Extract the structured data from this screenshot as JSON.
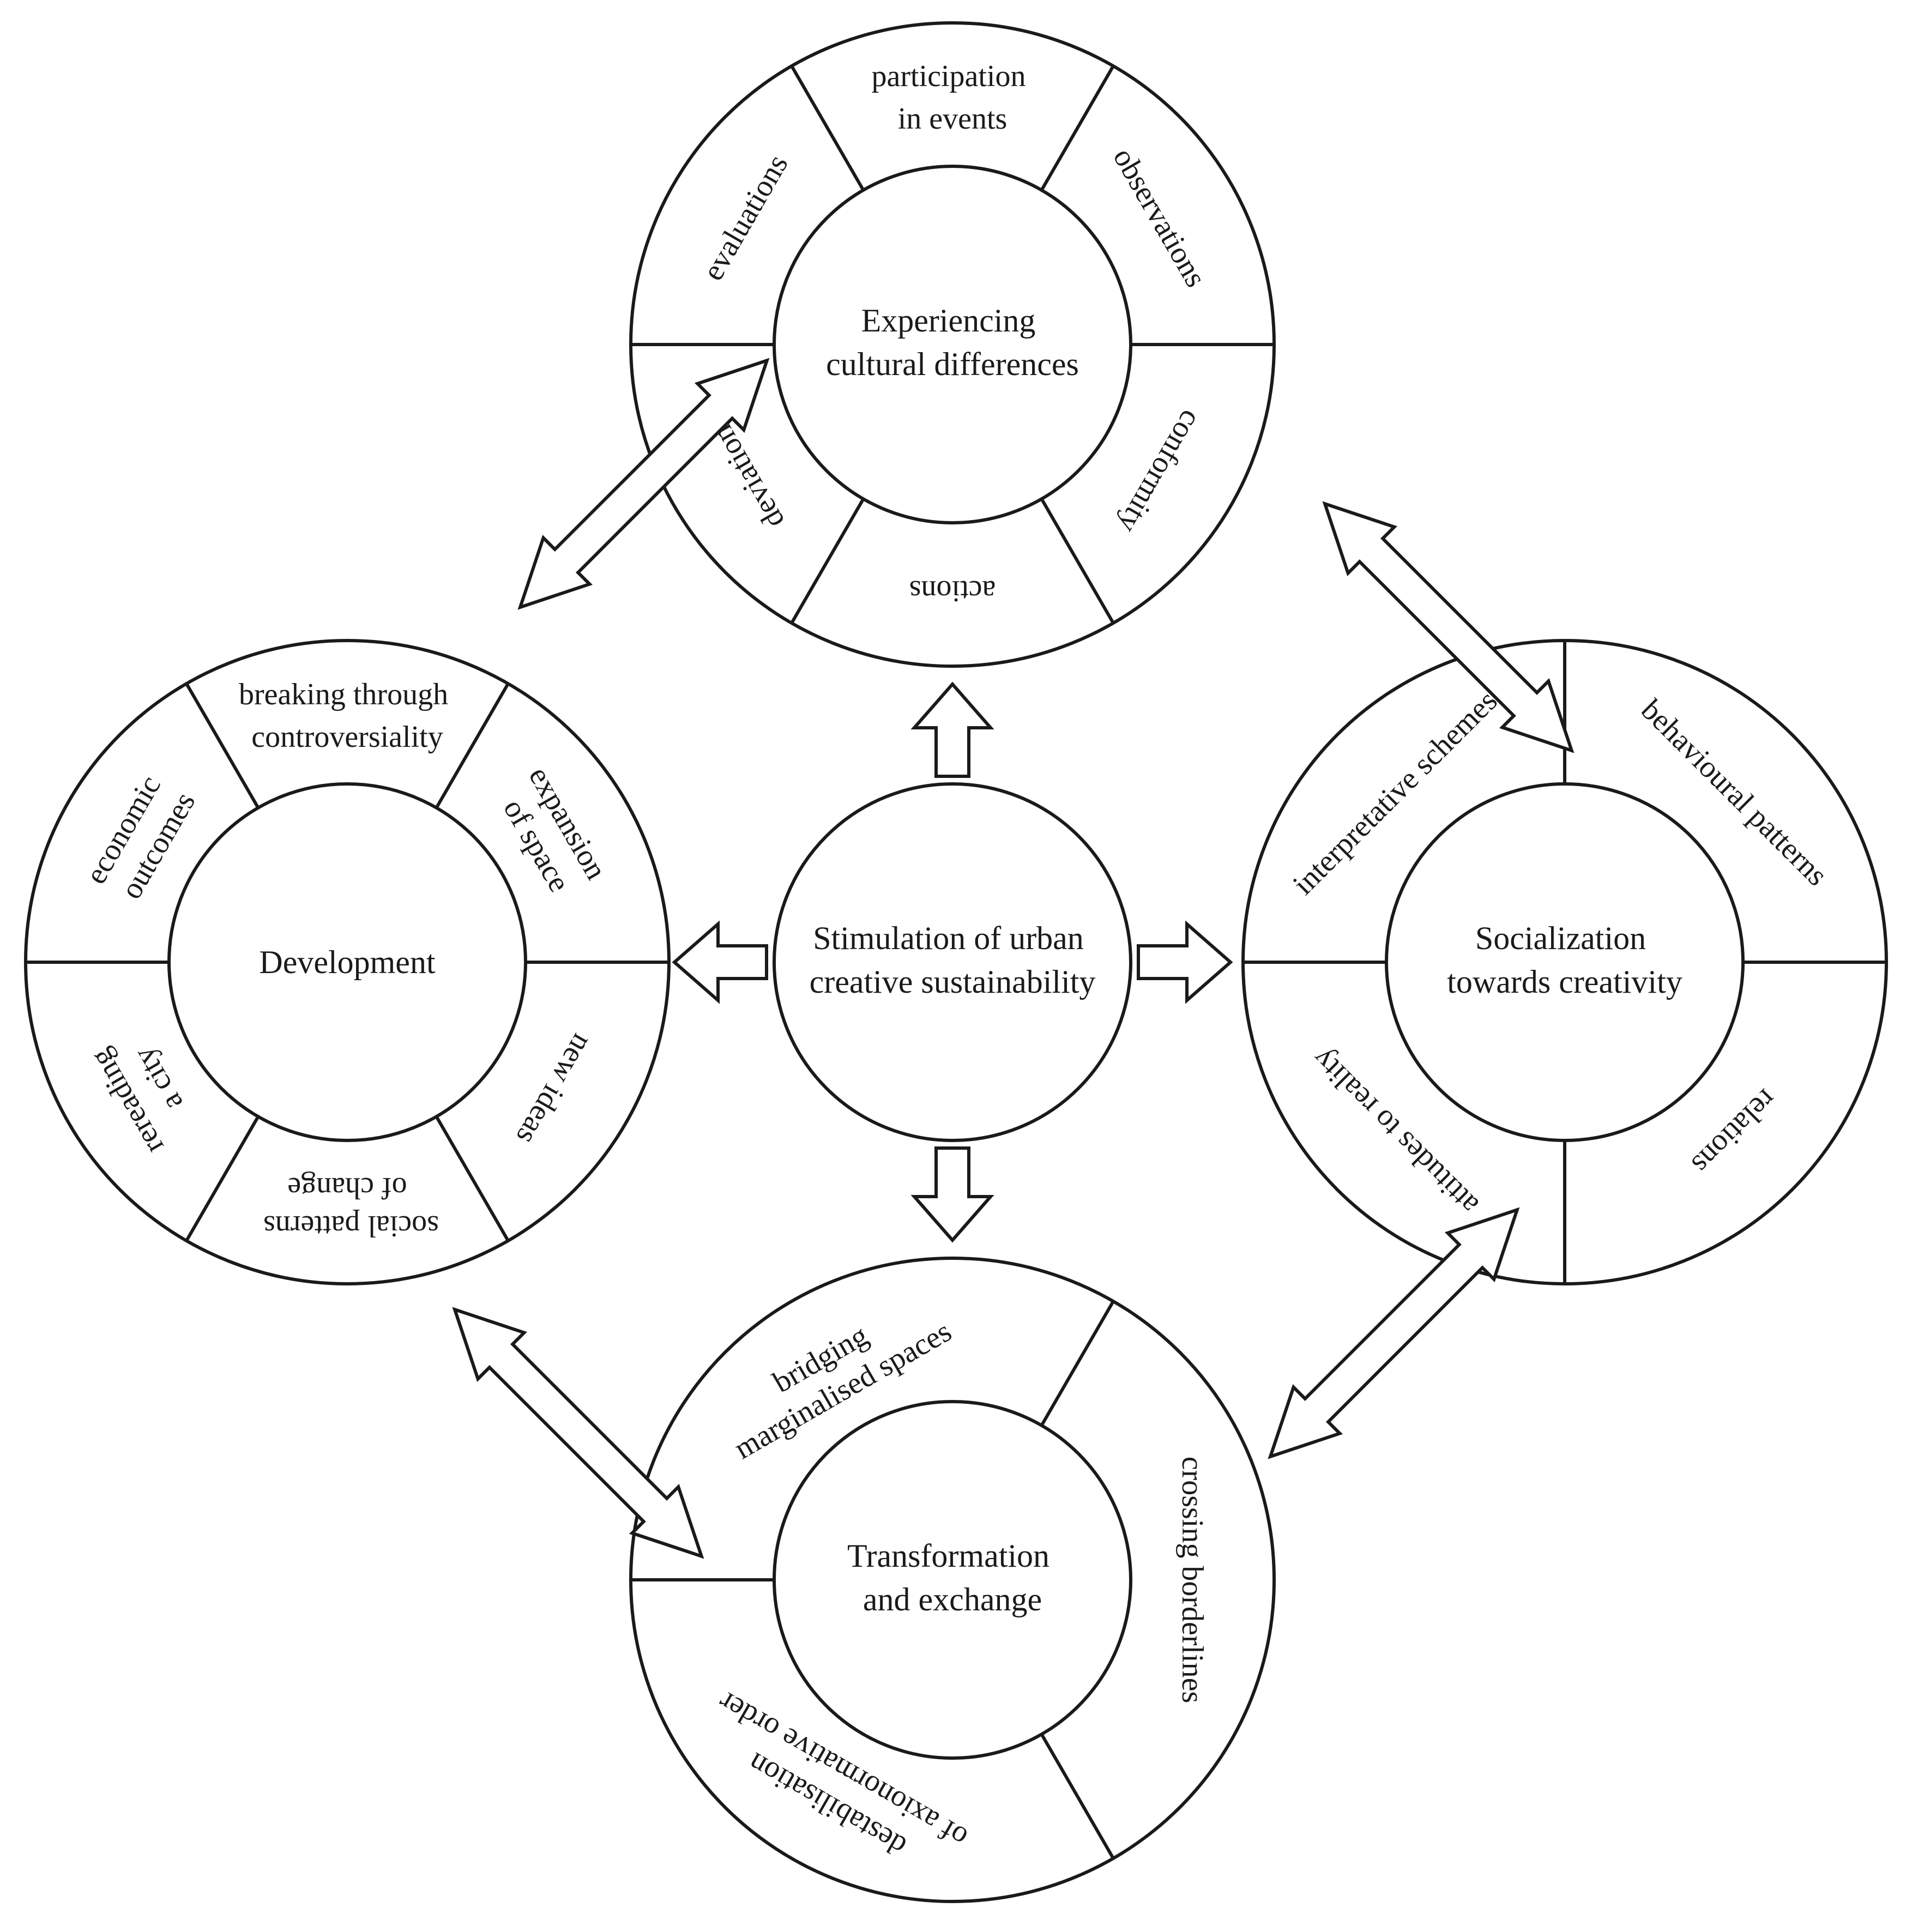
{
  "colors": {
    "stroke": "#1a1a1a",
    "fill": "#ffffff"
  },
  "center": {
    "line1": "Stimulation of urban",
    "line2": "creative sustainability"
  },
  "modules": {
    "experiencing": {
      "title1": "Experiencing",
      "title2": "cultural differences",
      "seg_participation_1": "participation",
      "seg_participation_2": "in events",
      "seg_observations": "observations",
      "seg_conformity": "conformity",
      "seg_actions": "actions",
      "seg_deviations": "deviations",
      "seg_evaluations": "evaluations"
    },
    "development": {
      "title": "Development",
      "seg_breaking_1": "breaking through",
      "seg_breaking_2": "controversiality",
      "seg_expansion_1": "expansion",
      "seg_expansion_2": "of space",
      "seg_newideas": "new ideas",
      "seg_social_1": "social patterns",
      "seg_social_2": "of change",
      "seg_rereading_1": "rereading",
      "seg_rereading_2": "a city",
      "seg_economic_1": "economic",
      "seg_economic_2": "outcomes"
    },
    "socialization": {
      "title1": "Socialization",
      "title2": "towards creativity",
      "seg_behavioural": "behavioural patterns",
      "seg_relations": "relations",
      "seg_attitudes": "attitudes to reality",
      "seg_interpretative": "interpretative schemes"
    },
    "transformation": {
      "title1": "Transformation",
      "title2": "and exchange",
      "seg_crossing": "crossing borderlines",
      "seg_destab_1": "destabilisation",
      "seg_destab_2": "of axionormative order",
      "seg_bridging_1": "bridging",
      "seg_bridging_2": "marginalised spaces"
    }
  }
}
